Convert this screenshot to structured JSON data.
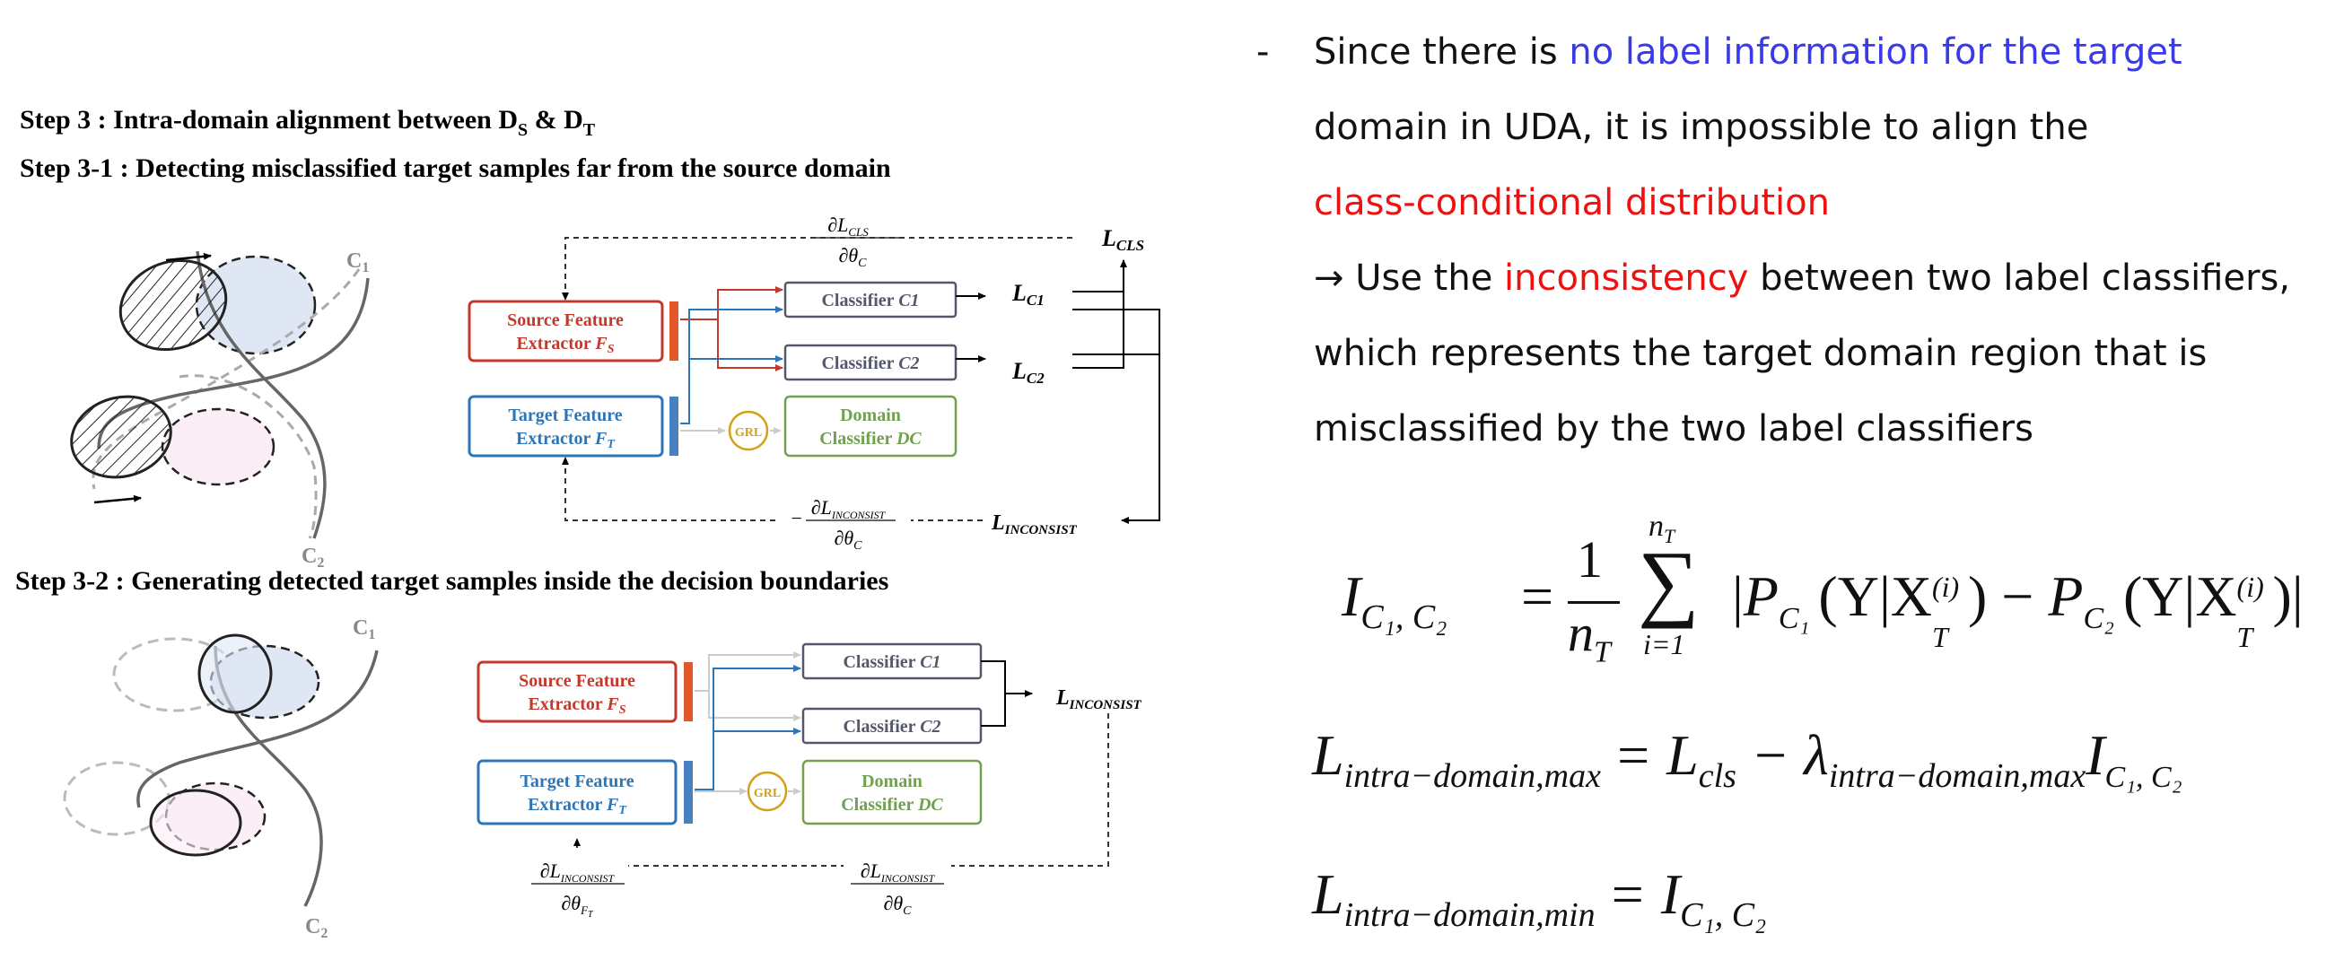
{
  "diagram": {
    "step3_title_main": "Step 3 : Intra-domain alignment between D",
    "step3_sub_s": "S",
    "step3_amp": " & D",
    "step3_sub_t": "T",
    "step31_title": "Step 3-1 : Detecting misclassified target samples far from the source domain",
    "step32_title": "Step 3-2 : Generating detected target samples inside the decision boundaries",
    "boundary_c1": "C",
    "boundary_c1_sub": "1",
    "boundary_c2": "C",
    "boundary_c2_sub": "2",
    "source_fe_line1": "Source Feature",
    "source_fe_line2": "Extractor ",
    "source_fe_var": "F",
    "source_fe_sub": "S",
    "target_fe_line1": "Target Feature",
    "target_fe_line2": "Extractor ",
    "target_fe_var": "F",
    "target_fe_sub": "T",
    "classifier_c1": "Classifier ",
    "classifier_c1_var": "C1",
    "classifier_c2": "Classifier ",
    "classifier_c2_var": "C2",
    "domain_cls_line1": "Domain",
    "domain_cls_line2": "Classifier ",
    "domain_cls_var": "DC",
    "grl": "GRL",
    "loss_cls": "L",
    "loss_cls_sub": "CLS",
    "loss_c1": "L",
    "loss_c1_sub": "C1",
    "loss_c2": "L",
    "loss_c2_sub": "C2",
    "loss_inconsist": "L",
    "loss_inconsist_sub": "INCONSIST",
    "grad_cls_num": "∂L",
    "grad_cls_num_sub": "CLS",
    "grad_den": "∂θ",
    "grad_den_sub": "C",
    "grad_inc_minus": "−",
    "grad_inc_num": "∂L",
    "grad_inc_num_sub": "INCONSIST",
    "grad_den_ft_sub": "F",
    "grad_den_ft_subsub": "T"
  },
  "text": {
    "dash": "-",
    "l1_a": "Since there is ",
    "l1_b": "no label information for the target",
    "l2": "domain in UDA, it is impossible to align the",
    "l3": "class-conditional distribution",
    "l4_a": "→ Use the ",
    "l4_b": "inconsistency",
    "l4_c": " between two label classifiers,",
    "l5": "which represents the target domain region that is",
    "l6": "misclassified by the two label classifiers"
  },
  "equations": {
    "eq1_lhs": "I",
    "eq1_lhs_sub": "C₁, C₂",
    "eq1_eq": "=",
    "eq1_frac_num": "1",
    "eq1_frac_den": "n",
    "eq1_frac_den_sub": "T",
    "eq1_sum_top": "n",
    "eq1_sum_top_sub": "T",
    "eq1_sum": "∑",
    "eq1_sum_bottom": "i=1",
    "eq1_body_a": "P",
    "eq1_body_a_sub": "C₁",
    "eq1_body_mid": "(Y|X",
    "eq1_body_x_sup": "(i)",
    "eq1_body_x_sub": "T",
    "eq1_body_minus": ") − ",
    "eq1_body_b": "P",
    "eq1_body_b_sub": "C₂",
    "eq1_body_end": ")",
    "eq2_lhs": "L",
    "eq2_lhs_sub": "intra−domain,max",
    "eq2_rhs_a": "= L",
    "eq2_rhs_a_sub": "cls",
    "eq2_rhs_minus": " − λ",
    "eq2_rhs_lambda_sub": "intra−domain,max",
    "eq2_rhs_i": "I",
    "eq2_rhs_i_sub": "C₁, C₂",
    "eq3_lhs": "L",
    "eq3_lhs_sub": "intra−domain,min",
    "eq3_rhs": "= I",
    "eq3_rhs_sub": "C₁, C₂"
  },
  "colors": {
    "source_red": "#c0392b",
    "target_blue": "#2e75b6",
    "classifier_gray": "#55586a",
    "domain_green": "#70a050",
    "grl_gold": "#d4a017",
    "blue_text": "#3a3ae8",
    "red_text": "#ee1111"
  }
}
